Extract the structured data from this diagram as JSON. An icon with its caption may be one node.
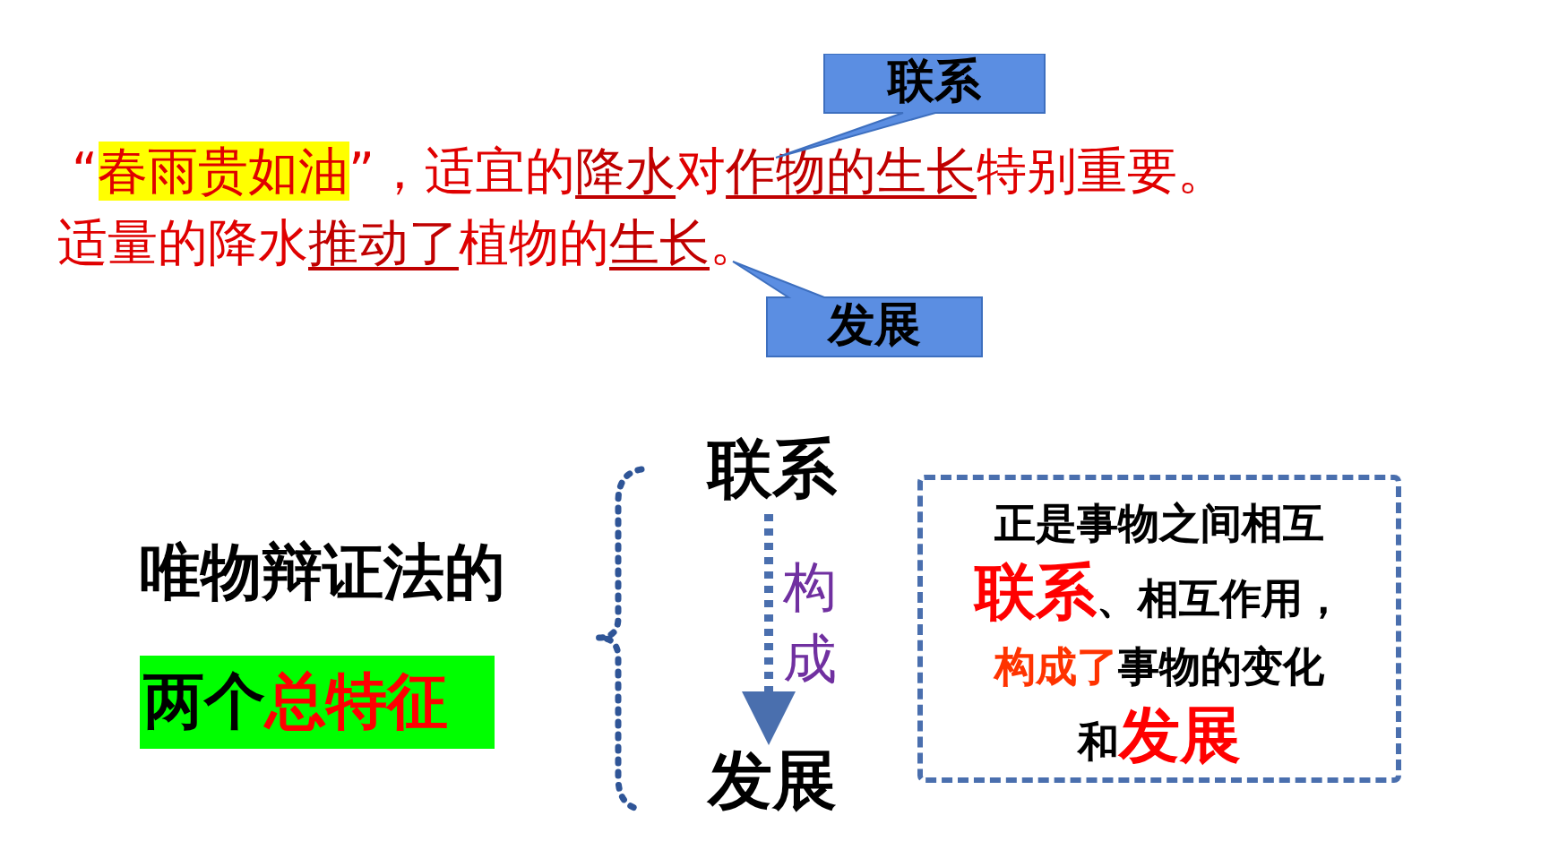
{
  "diagram": {
    "nodes": [
      {
        "text": [
          "联系"
        ]
      },
      {
        "text": [
          "发展"
        ]
      },
      {
        "text": [
          "两个",
          "总特征"
        ]
      },
      {
        "text": [
          "联系"
        ]
      },
      {
        "text": [
          "发展"
        ]
      },
      {
        "text": [
          "正是事物之间相互",
          "联系",
          "、相互作用，",
          "构成了",
          "事物的变化",
          "和",
          "发展"
        ]
      }
    ],
    "edges": [
      {
        "from": 3,
        "to": 4,
        "arrow": "to",
        "label": "构成",
        "style": "dashed"
      }
    ],
    "labels": [
      "“",
      "春雨贵如油",
      "”，适宜的",
      "降水",
      "对",
      "作物的生长",
      "特别重要。",
      "适量的降水",
      "推动了",
      "植物的",
      "生长",
      "。",
      "唯物辩证法的"
    ]
  }
}
